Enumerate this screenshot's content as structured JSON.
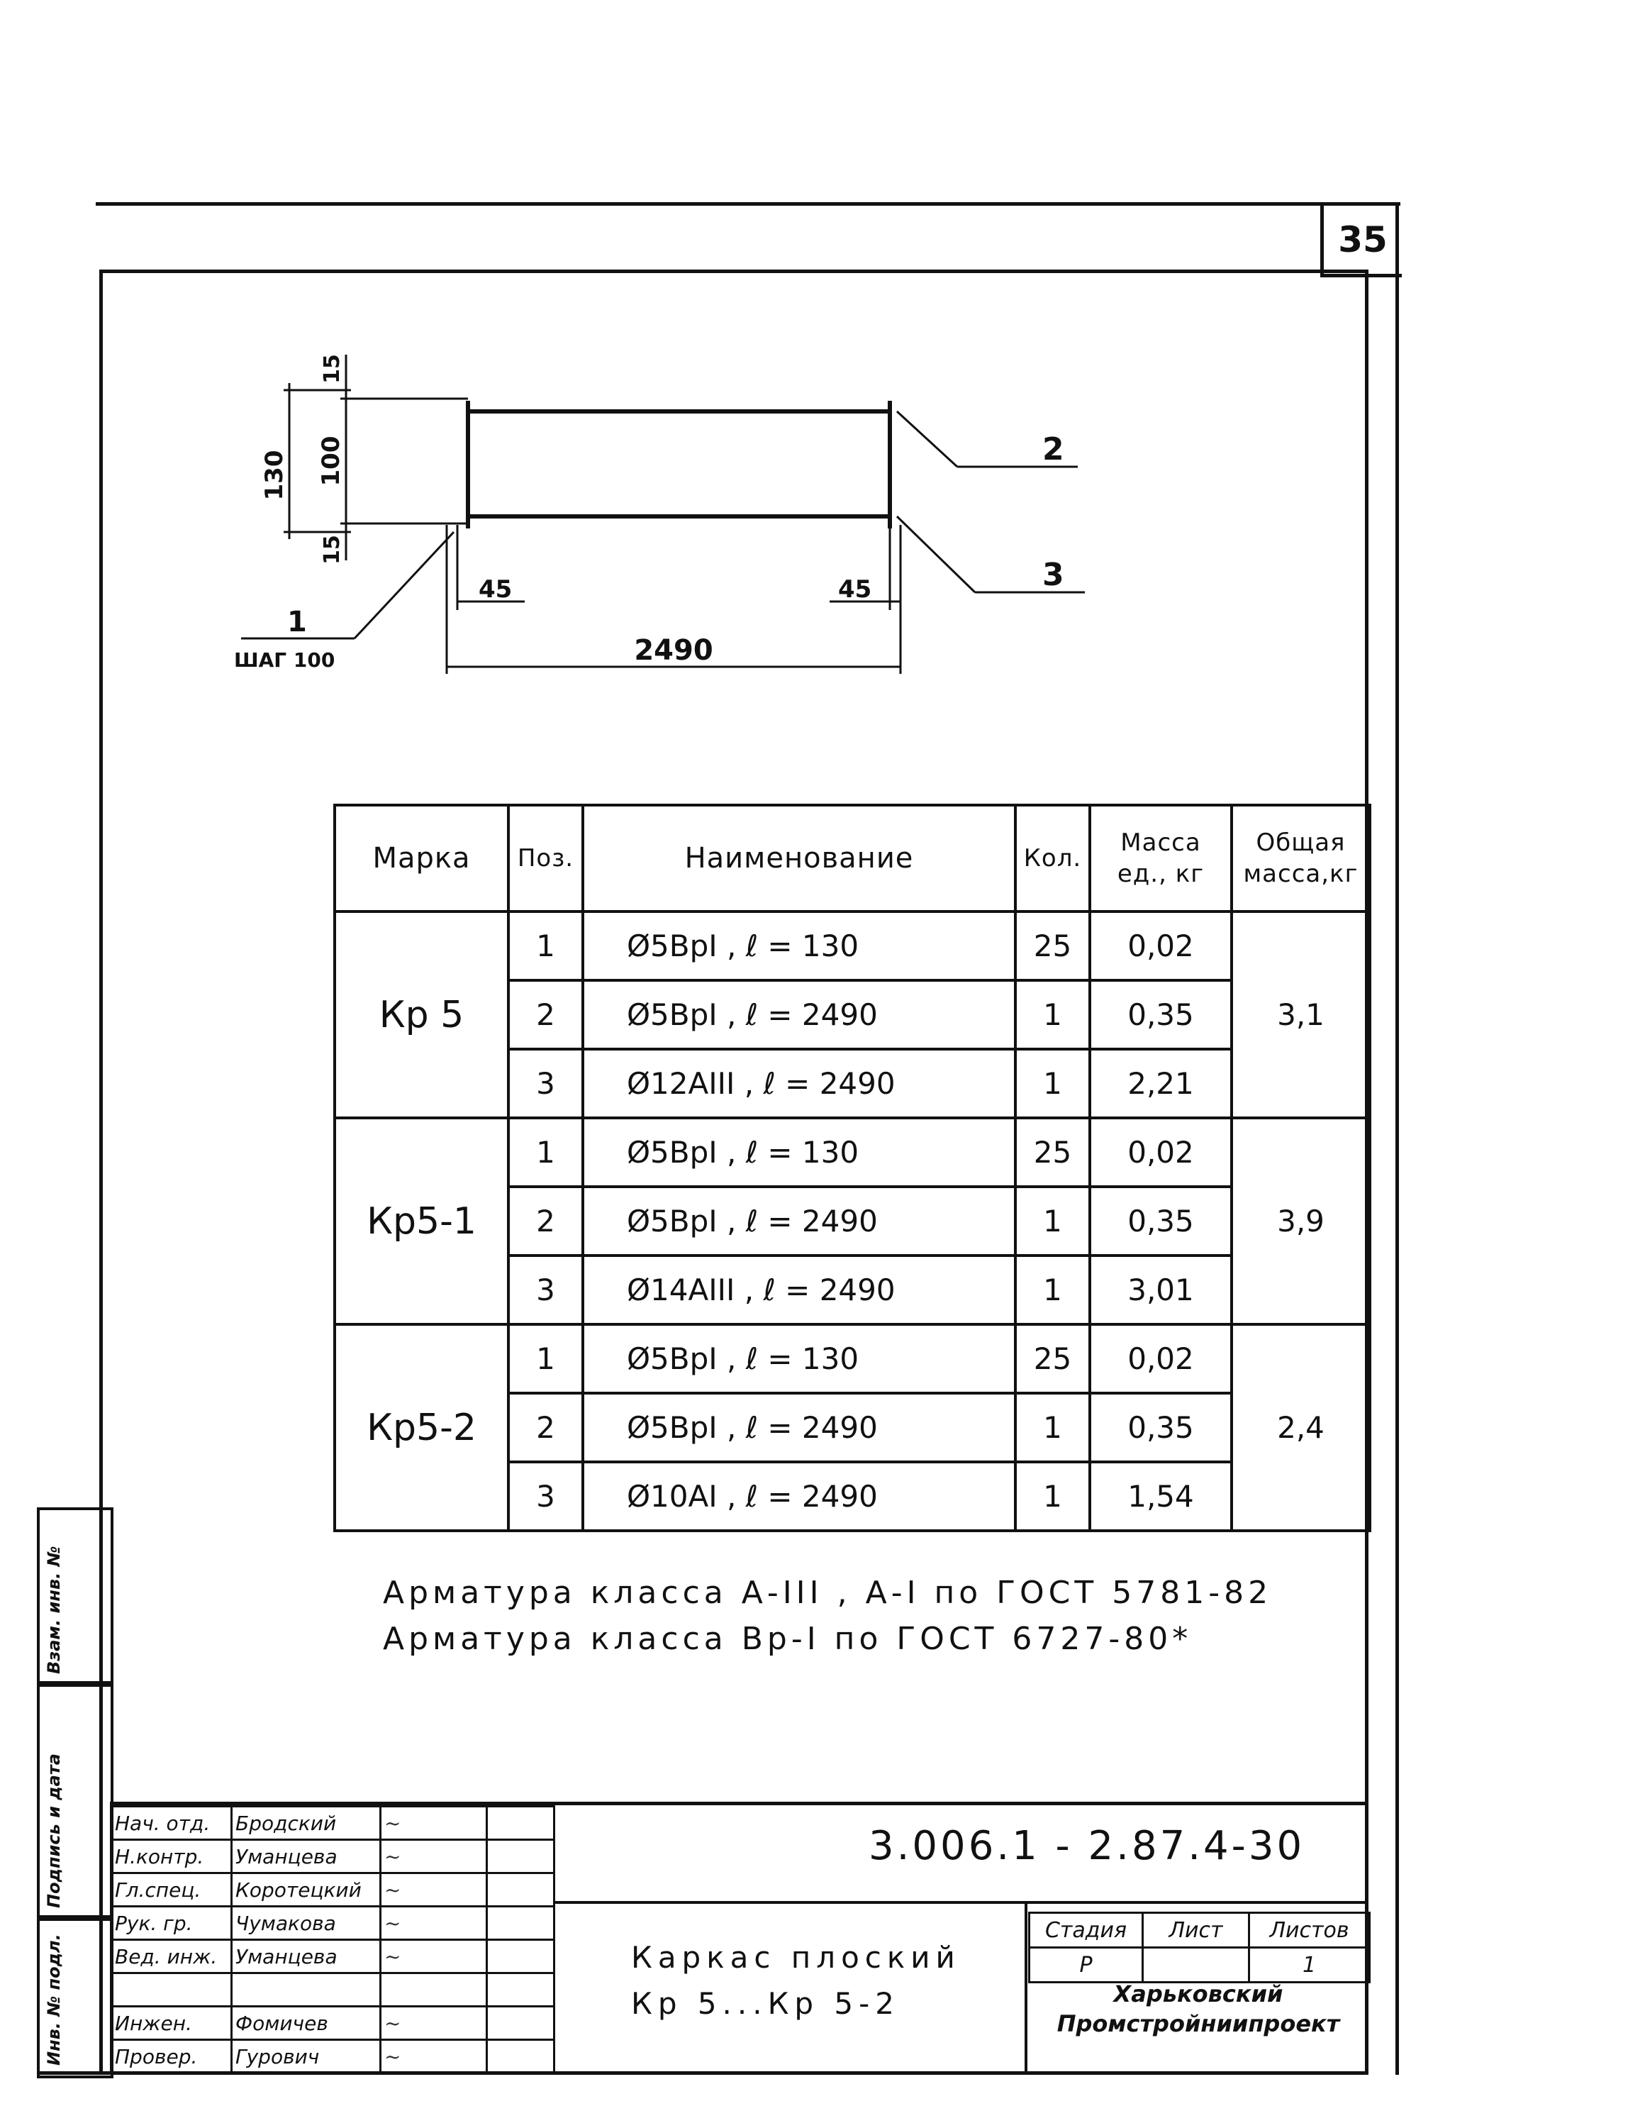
{
  "page_number": "35",
  "drawing": {
    "dim_total_height": "130",
    "dim_mid_height": "100",
    "dim_top_offset": "15",
    "dim_bottom_offset": "15",
    "dim_left_end": "45",
    "dim_right_end": "45",
    "dim_length": "2490",
    "callout_1": "1",
    "callout_1_note": "ШАГ 100",
    "callout_2": "2",
    "callout_3": "3"
  },
  "table": {
    "headers": {
      "mark": "Марка",
      "pos": "Поз.",
      "name": "Наименование",
      "qty": "Кол.",
      "mass_unit_1": "Масса",
      "mass_unit_2": "ед., кг",
      "mass_total_1": "Общая",
      "mass_total_2": "масса,кг"
    },
    "groups": [
      {
        "mark": "Кр 5",
        "total": "3,1",
        "rows": [
          {
            "pos": "1",
            "name": "Ø5BpI ,  ℓ = 130",
            "qty": "25",
            "mass": "0,02"
          },
          {
            "pos": "2",
            "name": "Ø5BpI ,  ℓ = 2490",
            "qty": "1",
            "mass": "0,35"
          },
          {
            "pos": "3",
            "name": "Ø12AIII ,  ℓ = 2490",
            "qty": "1",
            "mass": "2,21"
          }
        ]
      },
      {
        "mark": "Кр5-1",
        "total": "3,9",
        "rows": [
          {
            "pos": "1",
            "name": "Ø5BpI ,  ℓ = 130",
            "qty": "25",
            "mass": "0,02"
          },
          {
            "pos": "2",
            "name": "Ø5BpI ,  ℓ = 2490",
            "qty": "1",
            "mass": "0,35"
          },
          {
            "pos": "3",
            "name": "Ø14AIII ,  ℓ = 2490",
            "qty": "1",
            "mass": "3,01"
          }
        ]
      },
      {
        "mark": "Кр5-2",
        "total": "2,4",
        "rows": [
          {
            "pos": "1",
            "name": "Ø5BpI ,  ℓ = 130",
            "qty": "25",
            "mass": "0,02"
          },
          {
            "pos": "2",
            "name": "Ø5BpI ,  ℓ = 2490",
            "qty": "1",
            "mass": "0,35"
          },
          {
            "pos": "3",
            "name": "Ø10AI ,  ℓ = 2490",
            "qty": "1",
            "mass": "1,54"
          }
        ]
      }
    ]
  },
  "notes": {
    "line1": "Арматура  класса  А-III , А-I  по  ГОСТ  5781-82",
    "line2": "Арматура  класса  Вр-I  по  ГОСТ  6727-80*"
  },
  "stamp": {
    "people": [
      {
        "role": "Нач. отд.",
        "name": "Бродский"
      },
      {
        "role": "Н.контр.",
        "name": "Уманцева"
      },
      {
        "role": "Гл.спец.",
        "name": "Коротецкий"
      },
      {
        "role": "Рук. гр.",
        "name": "Чумакова"
      },
      {
        "role": "Вед. инж.",
        "name": "Уманцева"
      },
      {
        "role": "",
        "name": ""
      },
      {
        "role": "Инжен.",
        "name": "Фомичев"
      },
      {
        "role": "Провер.",
        "name": "Гурович"
      }
    ],
    "document_number": "3.006.1 - 2.87.4-30",
    "title_line1": "Каркас  плоский",
    "title_line2": "Кр 5...Кр 5-2",
    "stage_header": "Стадия",
    "sheet_header": "Лист",
    "sheets_header": "Листов",
    "stage_value": "Р",
    "sheet_value": "",
    "sheets_value": "1",
    "organization_line1": "Харьковский",
    "organization_line2": "Промстройниипроект"
  },
  "side_strip": {
    "inv_replace": "Взам. инв. №",
    "sign_date": "Подпись и дата",
    "inv_orig": "Инв. № подл."
  }
}
